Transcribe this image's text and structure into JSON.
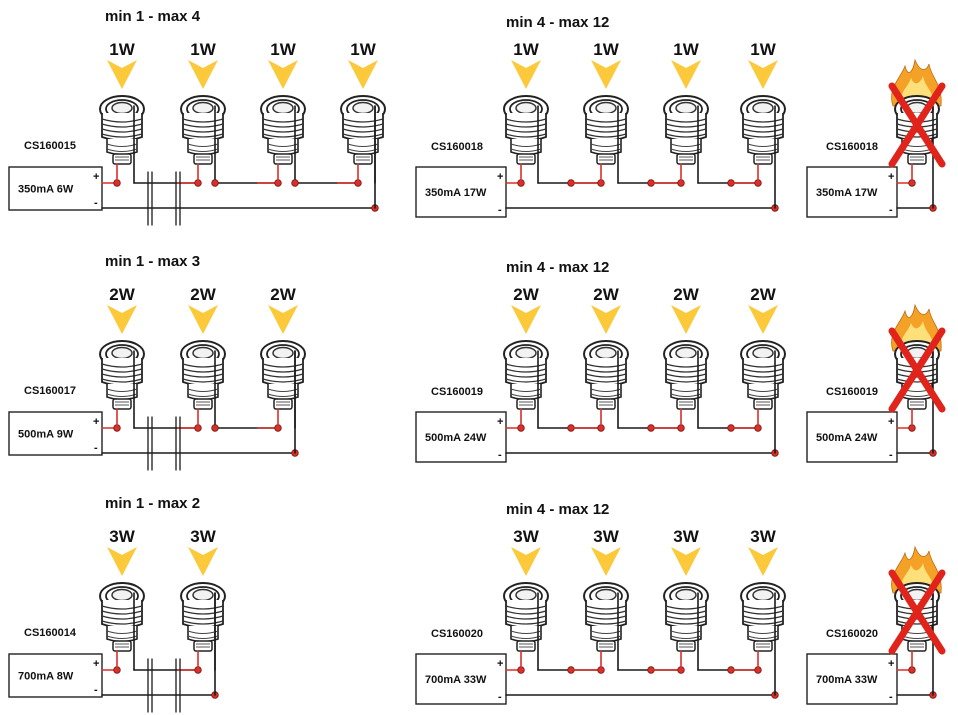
{
  "colors": {
    "arrow": "#fbc93a",
    "wire_red": "#d9302a",
    "wire_black": "#1a1a1a",
    "cross": "#e0241b",
    "flame_outer": "#f4a227",
    "flame_inner": "#fde07a"
  },
  "icons": [
    "downlight-arrow-icon",
    "downlight-fixture-icon",
    "flame-icon",
    "red-cross-icon",
    "driver-box-icon"
  ],
  "rows": [
    {
      "left": {
        "range": "min 1 - max 4",
        "code": "CS160015",
        "driver": "350mA 6W",
        "watts": [
          "1W",
          "1W",
          "1W",
          "1W"
        ]
      },
      "right": {
        "range": "min 4 - max 12",
        "code": "CS160018",
        "driver": "350mA 17W",
        "watts": [
          "1W",
          "1W",
          "1W",
          "1W"
        ]
      },
      "wrong": {
        "code": "CS160018",
        "driver": "350mA 17W"
      }
    },
    {
      "left": {
        "range": "min 1 - max 3",
        "code": "CS160017",
        "driver": "500mA 9W",
        "watts": [
          "2W",
          "2W",
          "2W"
        ]
      },
      "right": {
        "range": "min 4 - max 12",
        "code": "CS160019",
        "driver": "500mA 24W",
        "watts": [
          "2W",
          "2W",
          "2W",
          "2W"
        ]
      },
      "wrong": {
        "code": "CS160019",
        "driver": "500mA 24W"
      }
    },
    {
      "left": {
        "range": "min 1 - max 2",
        "code": "CS160014",
        "driver": "700mA 8W",
        "watts": [
          "3W",
          "3W"
        ]
      },
      "right": {
        "range": "min 4 - max 12",
        "code": "CS160020",
        "driver": "700mA 33W",
        "watts": [
          "3W",
          "3W",
          "3W",
          "3W"
        ]
      },
      "wrong": {
        "code": "CS160020",
        "driver": "700mA 33W"
      }
    }
  ],
  "plus_sign": "+",
  "minus_sign": "-"
}
